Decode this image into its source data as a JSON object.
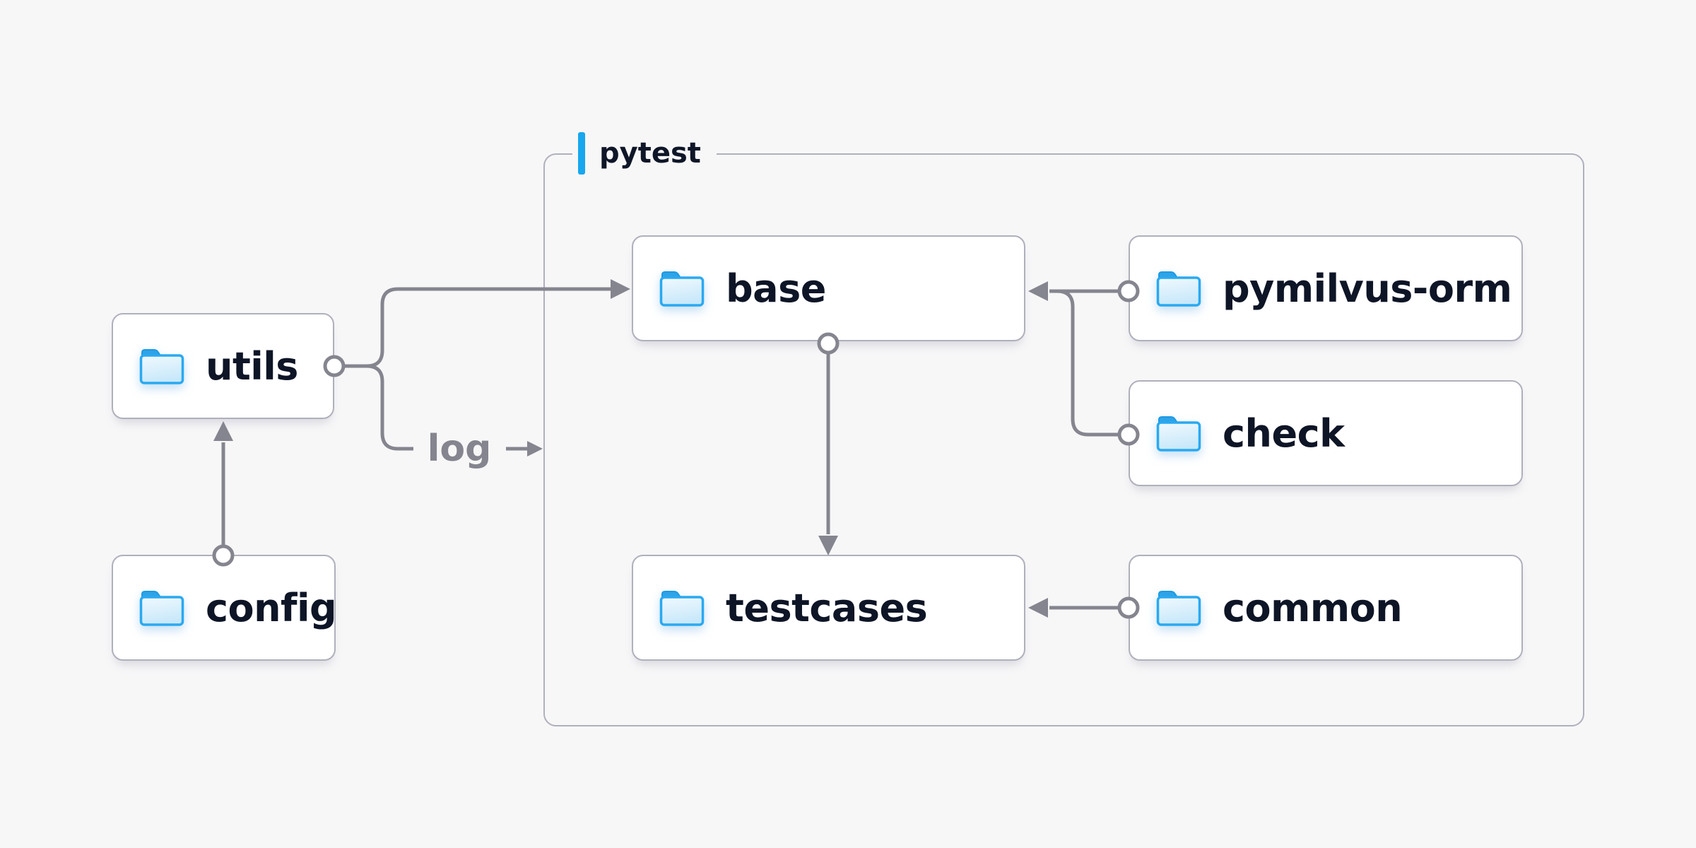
{
  "diagram": {
    "container": {
      "label": "pytest",
      "accent_color": "#18a7ee"
    },
    "nodes": [
      {
        "id": "utils",
        "label": "utils",
        "icon": "folder-icon"
      },
      {
        "id": "config",
        "label": "config",
        "icon": "folder-icon"
      },
      {
        "id": "base",
        "label": "base",
        "icon": "folder-icon"
      },
      {
        "id": "pymilvus-orm",
        "label": "pymilvus-orm",
        "icon": "folder-icon"
      },
      {
        "id": "check",
        "label": "check",
        "icon": "folder-icon"
      },
      {
        "id": "testcases",
        "label": "testcases",
        "icon": "folder-icon"
      },
      {
        "id": "common",
        "label": "common",
        "icon": "folder-icon"
      }
    ],
    "edges": [
      {
        "from": "config",
        "to": "utils",
        "style": "arrow"
      },
      {
        "from": "utils",
        "to": "base",
        "style": "arrow"
      },
      {
        "from": "utils",
        "to": "pytest",
        "style": "arrow",
        "label": "log"
      },
      {
        "from": "base",
        "to": "testcases",
        "style": "arrow"
      },
      {
        "from": "pymilvus-orm",
        "to": "base",
        "style": "arrow"
      },
      {
        "from": "check",
        "to": "base",
        "style": "arrow"
      },
      {
        "from": "common",
        "to": "testcases",
        "style": "arrow"
      }
    ],
    "colors": {
      "background": "#f7f7f8",
      "node_fill": "#ffffff",
      "node_border": "#afb0bc",
      "edge": "#85858f",
      "text": "#0d1526",
      "accent_blue": "#18a7ee",
      "folder_blue": "#2aa9f0"
    }
  }
}
